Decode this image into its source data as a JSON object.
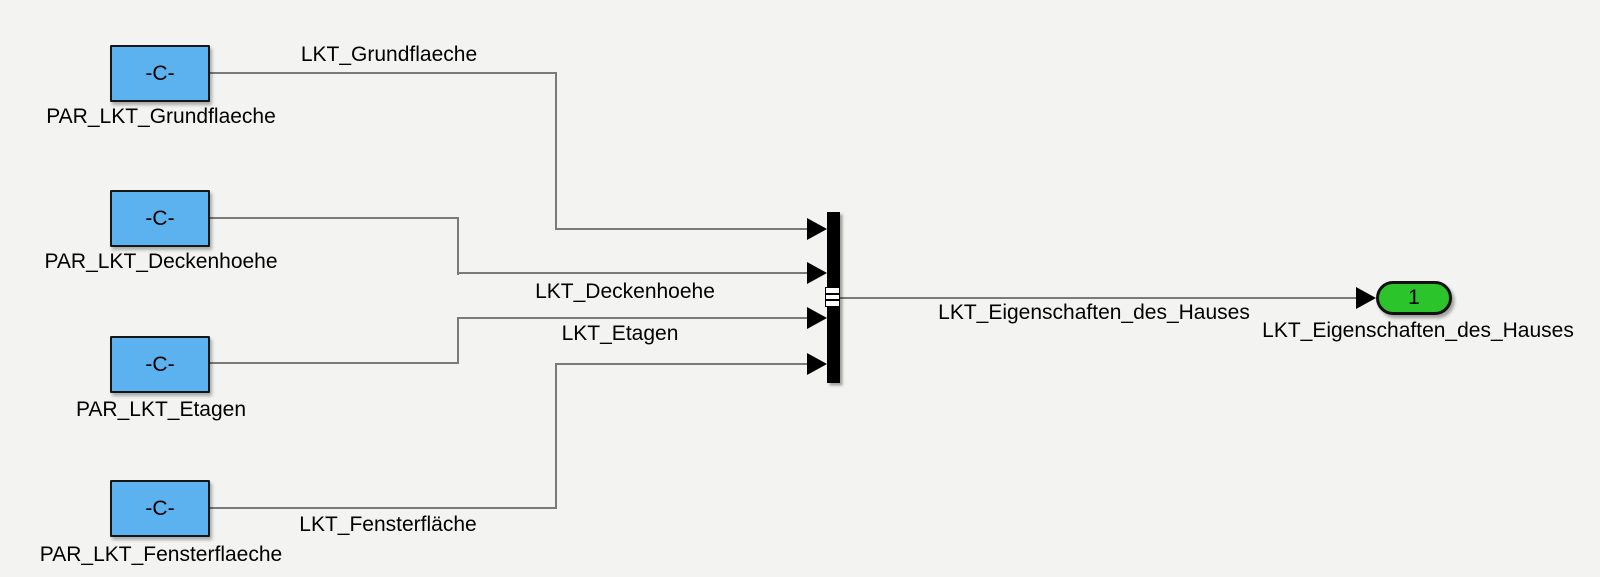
{
  "diagram": {
    "kind": "simulink-block-diagram",
    "colors": {
      "background": "#f3f3f1",
      "constant_fill": "#5bb2ef",
      "constant_border": "#161616",
      "outport_fill": "#2bc52b",
      "wire": "#7a7a7a",
      "mux_fill": "#000000"
    }
  },
  "blocks": [
    {
      "value": "-C-",
      "name": "PAR_LKT_Grundflaeche",
      "signal": "LKT_Grundflaeche"
    },
    {
      "value": "-C-",
      "name": "PAR_LKT_Deckenhoehe",
      "signal": "LKT_Deckenhoehe"
    },
    {
      "value": "-C-",
      "name": "PAR_LKT_Etagen",
      "signal": "LKT_Etagen"
    },
    {
      "value": "-C-",
      "name": "PAR_LKT_Fensterflaeche",
      "signal": "LKT_Fensterfläche"
    }
  ],
  "mux": {
    "type": "Mux"
  },
  "outport": {
    "number": "1",
    "name": "LKT_Eigenschaften_des_Hauses",
    "signal": "LKT_Eigenschaften_des_Hauses"
  }
}
